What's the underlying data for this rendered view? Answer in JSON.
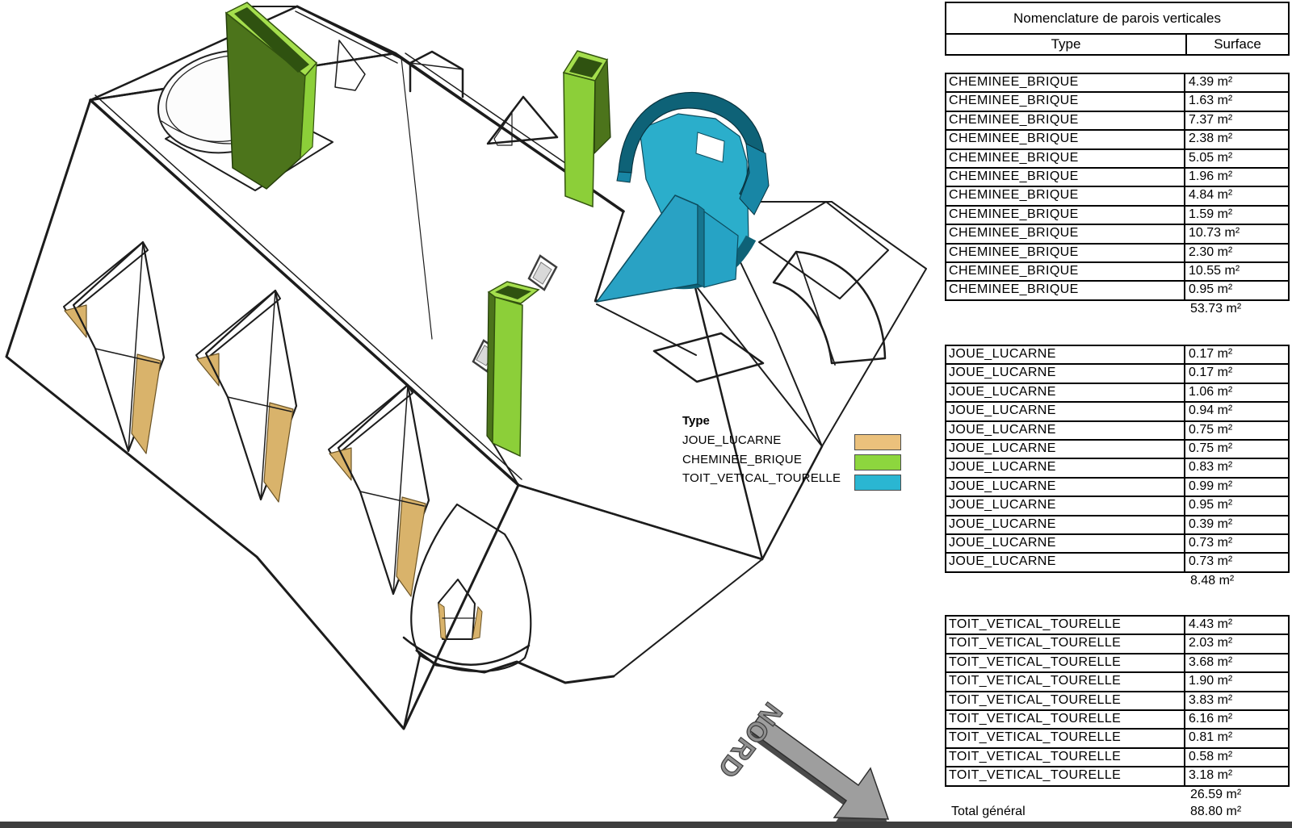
{
  "table": {
    "title": "Nomenclature de parois verticales",
    "columns": {
      "type": "Type",
      "surface": "Surface"
    },
    "sections": [
      {
        "type": "CHEMINEE_BRIQUE",
        "surfaces": [
          "4.39 m²",
          "1.63 m²",
          "7.37 m²",
          "2.38 m²",
          "5.05 m²",
          "1.96 m²",
          "4.84 m²",
          "1.59 m²",
          "10.73 m²",
          "2.30 m²",
          "10.55 m²",
          "0.95 m²"
        ],
        "subtotal": "53.73 m²"
      },
      {
        "type": "JOUE_LUCARNE",
        "surfaces": [
          "0.17 m²",
          "0.17 m²",
          "1.06 m²",
          "0.94 m²",
          "0.75 m²",
          "0.75 m²",
          "0.83 m²",
          "0.99 m²",
          "0.95 m²",
          "0.39 m²",
          "0.73 m²",
          "0.73 m²"
        ],
        "subtotal": "8.48 m²"
      },
      {
        "type": "TOIT_VETICAL_TOURELLE",
        "surfaces": [
          "4.43 m²",
          "2.03 m²",
          "3.68 m²",
          "1.90 m²",
          "3.83 m²",
          "6.16 m²",
          "0.81 m²",
          "0.58 m²",
          "3.18 m²"
        ],
        "subtotal": "26.59 m²"
      }
    ],
    "total_label": "Total général",
    "total_value": "88.80 m²"
  },
  "legend": {
    "title": "Type",
    "items": [
      {
        "label": "JOUE_LUCARNE",
        "color": "#EBC17C"
      },
      {
        "label": "CHEMINEE_BRIQUE",
        "color": "#8DD63E"
      },
      {
        "label": "TOIT_VETICAL_TOURELLE",
        "color": "#2AB6D2"
      }
    ]
  },
  "north_arrow": {
    "label": "NORD"
  },
  "colors": {
    "chimney_front_dark": "#4C741B",
    "chimney_side_bright": "#8CCF39",
    "chimney_rim_light": "#A5DF4D",
    "chimney_rim_hole": "#2F5210",
    "dormer_cheek_tan": "#D9B36B",
    "turret_band_dark": "#0E6277",
    "turret_band_mid": "#1886A5",
    "turret_wall_cyan": "#2BAECB",
    "turret_ramp_cyan": "#29A2C4",
    "outline": "#1c1c1c"
  },
  "chart_data": {
    "type": "table",
    "title": "Nomenclature de parois verticales",
    "columns": [
      "Type",
      "Surface"
    ],
    "series": [
      {
        "name": "CHEMINEE_BRIQUE",
        "values": [
          4.39,
          1.63,
          7.37,
          2.38,
          5.05,
          1.96,
          4.84,
          1.59,
          10.73,
          2.3,
          10.55,
          0.95
        ],
        "subtotal": 53.73
      },
      {
        "name": "JOUE_LUCARNE",
        "values": [
          0.17,
          0.17,
          1.06,
          0.94,
          0.75,
          0.75,
          0.83,
          0.99,
          0.95,
          0.39,
          0.73,
          0.73
        ],
        "subtotal": 8.48
      },
      {
        "name": "TOIT_VETICAL_TOURELLE",
        "values": [
          4.43,
          2.03,
          3.68,
          1.9,
          3.83,
          6.16,
          0.81,
          0.58,
          3.18
        ],
        "subtotal": 26.59
      }
    ],
    "total": 88.8,
    "unit": "m²"
  }
}
